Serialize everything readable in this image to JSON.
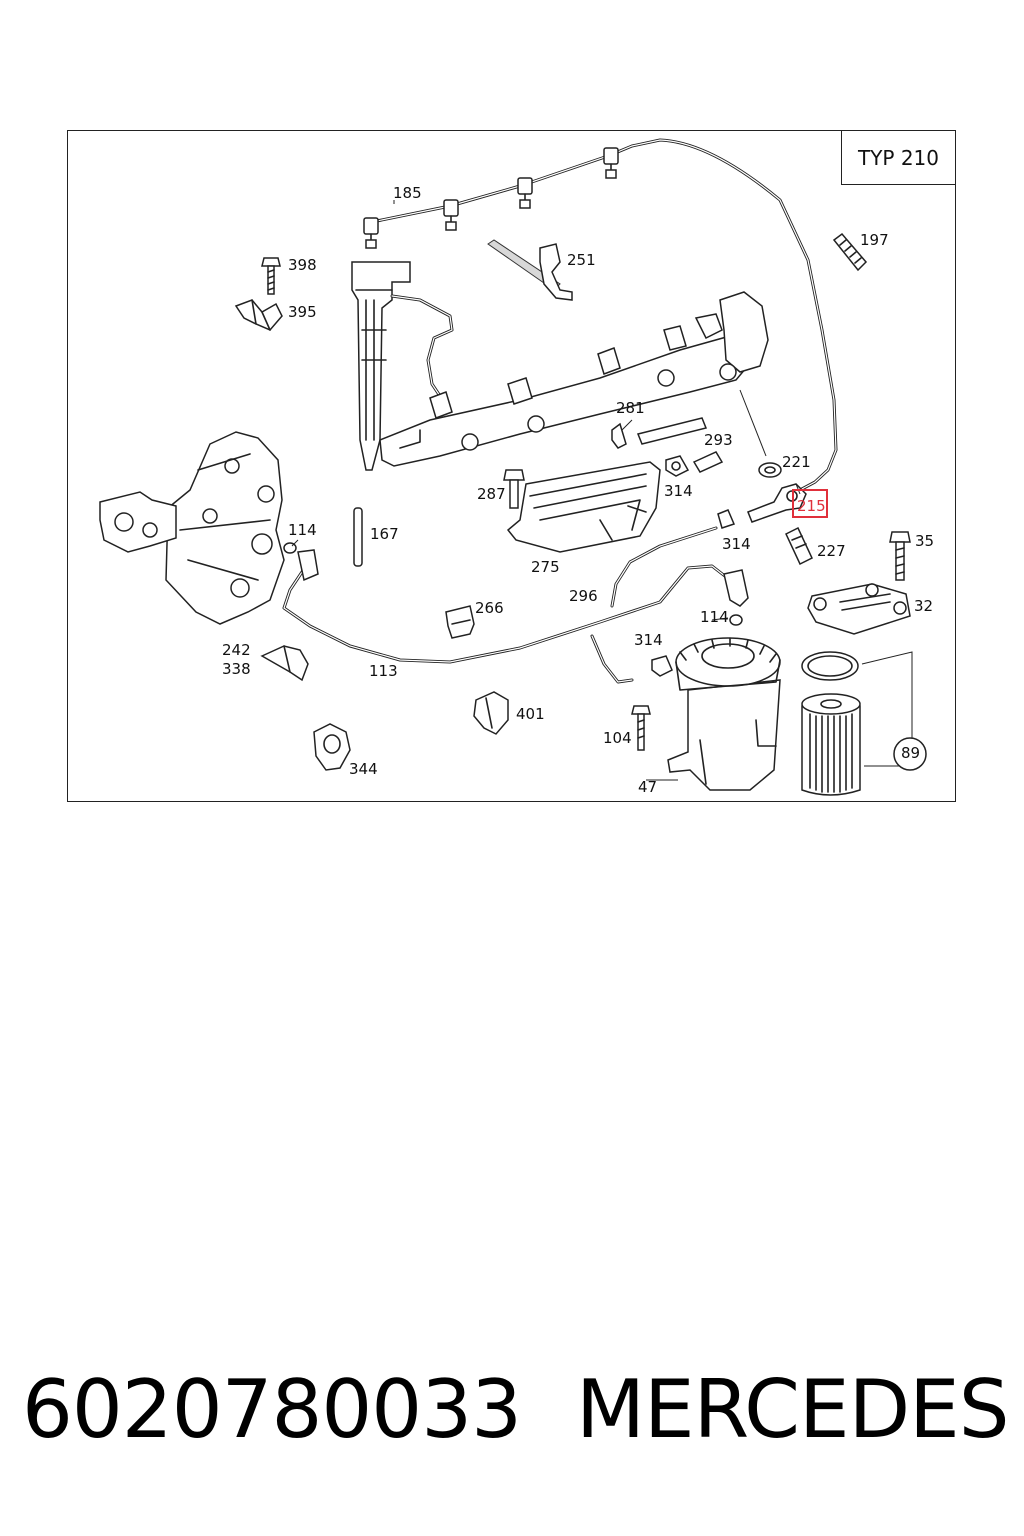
{
  "diagram": {
    "model_tag": "TYP 210",
    "highlighted_part": "215",
    "labels": [
      {
        "id": "185",
        "text": "185"
      },
      {
        "id": "197",
        "text": "197"
      },
      {
        "id": "398",
        "text": "398"
      },
      {
        "id": "251",
        "text": "251"
      },
      {
        "id": "395",
        "text": "395"
      },
      {
        "id": "281",
        "text": "281"
      },
      {
        "id": "293",
        "text": "293"
      },
      {
        "id": "221",
        "text": "221"
      },
      {
        "id": "287",
        "text": "287"
      },
      {
        "id": "314a",
        "text": "314"
      },
      {
        "id": "215",
        "text": "215"
      },
      {
        "id": "114a",
        "text": "114"
      },
      {
        "id": "167",
        "text": "167"
      },
      {
        "id": "314b",
        "text": "314"
      },
      {
        "id": "227",
        "text": "227"
      },
      {
        "id": "35",
        "text": "35"
      },
      {
        "id": "275",
        "text": "275"
      },
      {
        "id": "296",
        "text": "296"
      },
      {
        "id": "266",
        "text": "266"
      },
      {
        "id": "114b",
        "text": "114"
      },
      {
        "id": "32",
        "text": "32"
      },
      {
        "id": "242",
        "text": "242"
      },
      {
        "id": "338",
        "text": "338"
      },
      {
        "id": "314c",
        "text": "314"
      },
      {
        "id": "113",
        "text": "113"
      },
      {
        "id": "401",
        "text": "401"
      },
      {
        "id": "104",
        "text": "104"
      },
      {
        "id": "89",
        "text": "89"
      },
      {
        "id": "344",
        "text": "344"
      },
      {
        "id": "47",
        "text": "47"
      }
    ]
  },
  "footer": {
    "part_number": "6020780033",
    "brand": "MERCEDES"
  },
  "colors": {
    "highlight": "#e0303b",
    "line": "#222222",
    "background": "#ffffff"
  }
}
